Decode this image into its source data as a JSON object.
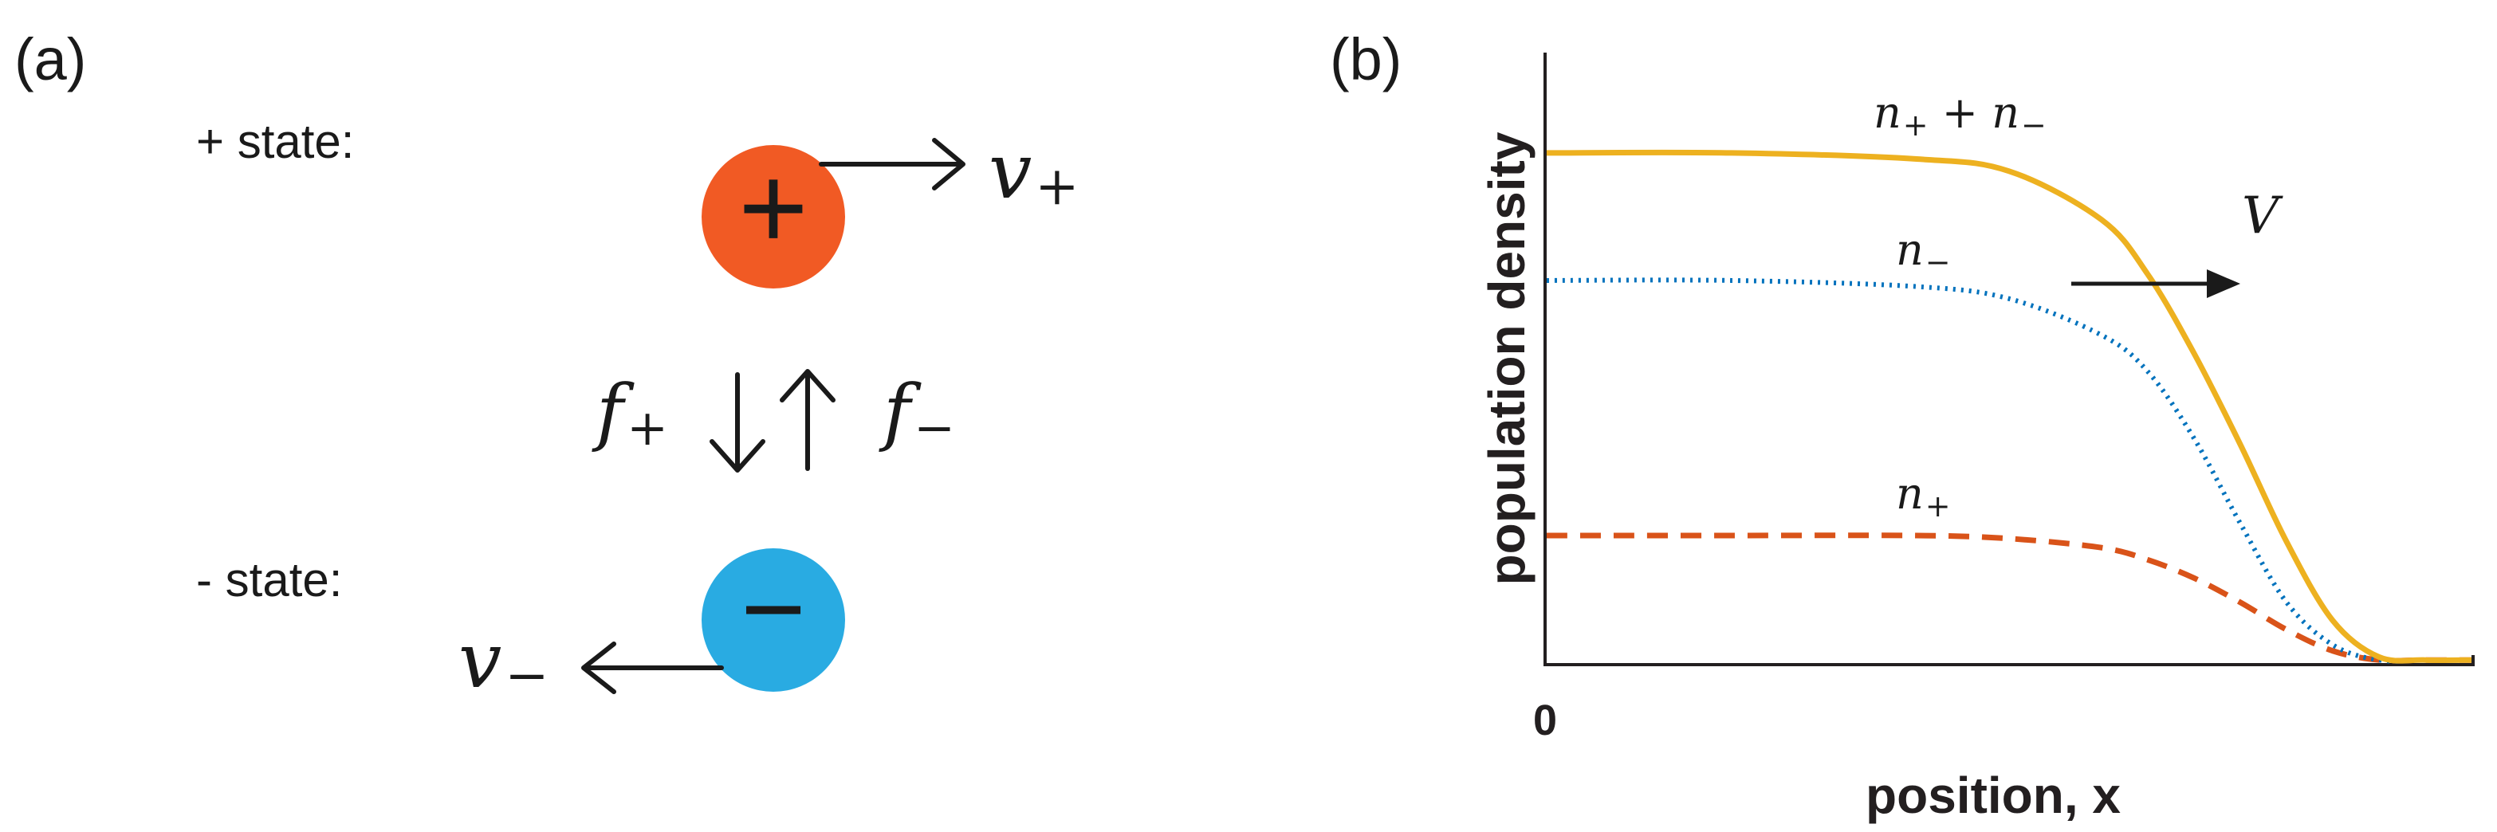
{
  "panel_a": {
    "label": "(a)",
    "plus_state_label": "+ state:",
    "minus_state_label": "- state:",
    "plus_symbol": "+",
    "minus_symbol": "−",
    "v_plus": {
      "base": "v",
      "sub": "+"
    },
    "v_minus": {
      "base": "v",
      "sub": "−"
    },
    "f_plus": {
      "base": "f",
      "sub": "+"
    },
    "f_minus": {
      "base": "f",
      "sub": "−"
    },
    "colors": {
      "plus_particle": "#f15a24",
      "minus_particle": "#29abe2"
    }
  },
  "panel_b": {
    "label": "(b)",
    "velocity_label": "V",
    "curve_labels": {
      "total": {
        "base": "n",
        "sub1": "+",
        "op": " + ",
        "base2": "n",
        "sub2": "−"
      },
      "minus": {
        "base": "n",
        "sub": "−"
      },
      "plus": {
        "base": "n",
        "sub": "+"
      }
    }
  },
  "chart_data": {
    "type": "line",
    "xlabel": "position, x",
    "ylabel": "population density",
    "x_tick_labels": [
      "0"
    ],
    "xlim": [
      0,
      1
    ],
    "ylim": [
      0,
      1
    ],
    "grid": false,
    "legend": "none (curves labeled directly)",
    "series": [
      {
        "name": "n+ + n−",
        "style": "solid",
        "color": "#edb120",
        "x": [
          0,
          0.2,
          0.4,
          0.5,
          0.6,
          0.65,
          0.7,
          0.75,
          0.8,
          0.85,
          0.9,
          0.95,
          1.0
        ],
        "y": [
          0.84,
          0.84,
          0.83,
          0.81,
          0.73,
          0.64,
          0.51,
          0.36,
          0.2,
          0.07,
          0.01,
          0.005,
          0.005
        ]
      },
      {
        "name": "n−",
        "style": "dotted",
        "color": "#0072bd",
        "x": [
          0,
          0.2,
          0.4,
          0.5,
          0.6,
          0.65,
          0.7,
          0.75,
          0.8,
          0.85,
          0.9,
          0.95,
          1.0
        ],
        "y": [
          0.63,
          0.63,
          0.62,
          0.6,
          0.54,
          0.48,
          0.37,
          0.23,
          0.1,
          0.03,
          0.005,
          0.005,
          0.005
        ]
      },
      {
        "name": "n+",
        "style": "dashed",
        "color": "#d95319",
        "x": [
          0,
          0.2,
          0.4,
          0.5,
          0.6,
          0.65,
          0.7,
          0.75,
          0.8,
          0.85,
          0.9,
          0.95,
          1.0
        ],
        "y": [
          0.21,
          0.21,
          0.21,
          0.205,
          0.19,
          0.17,
          0.14,
          0.1,
          0.055,
          0.02,
          0.005,
          0.005,
          0.005
        ]
      }
    ]
  }
}
